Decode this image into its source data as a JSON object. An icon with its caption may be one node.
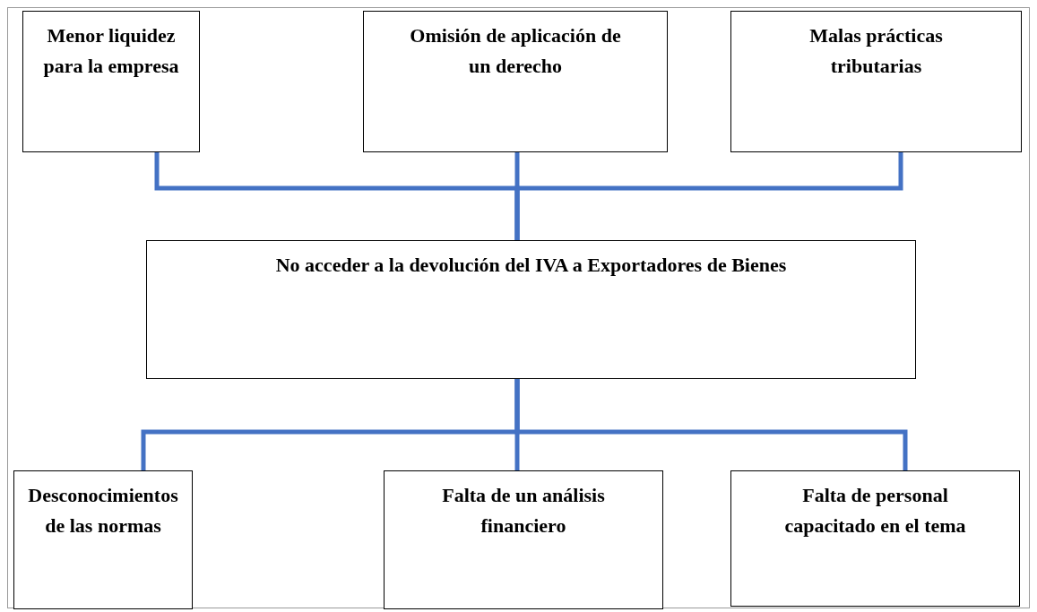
{
  "diagram": {
    "nodes": [
      {
        "text": [
          "Menor liquidez para la empresa"
        ]
      },
      {
        "text": [
          "Omisión de aplicación de un derecho"
        ]
      },
      {
        "text": [
          "Malas prácticas tributarias"
        ]
      },
      {
        "text": [
          "No acceder a la devolución del IVA a Exportadores de Bienes"
        ]
      },
      {
        "text": [
          "Desconocimientos de las normas"
        ]
      },
      {
        "text": [
          "Falta de un análisis financiero"
        ]
      },
      {
        "text": [
          "Falta de personal capacitado en el tema"
        ]
      }
    ],
    "edges": [
      {
        "from": 0,
        "to": 3,
        "arrow": "none"
      },
      {
        "from": 1,
        "to": 3,
        "arrow": "none"
      },
      {
        "from": 2,
        "to": 3,
        "arrow": "none"
      },
      {
        "from": 3,
        "to": 4,
        "arrow": "none"
      },
      {
        "from": 3,
        "to": 5,
        "arrow": "none"
      },
      {
        "from": 3,
        "to": 6,
        "arrow": "none"
      }
    ]
  }
}
